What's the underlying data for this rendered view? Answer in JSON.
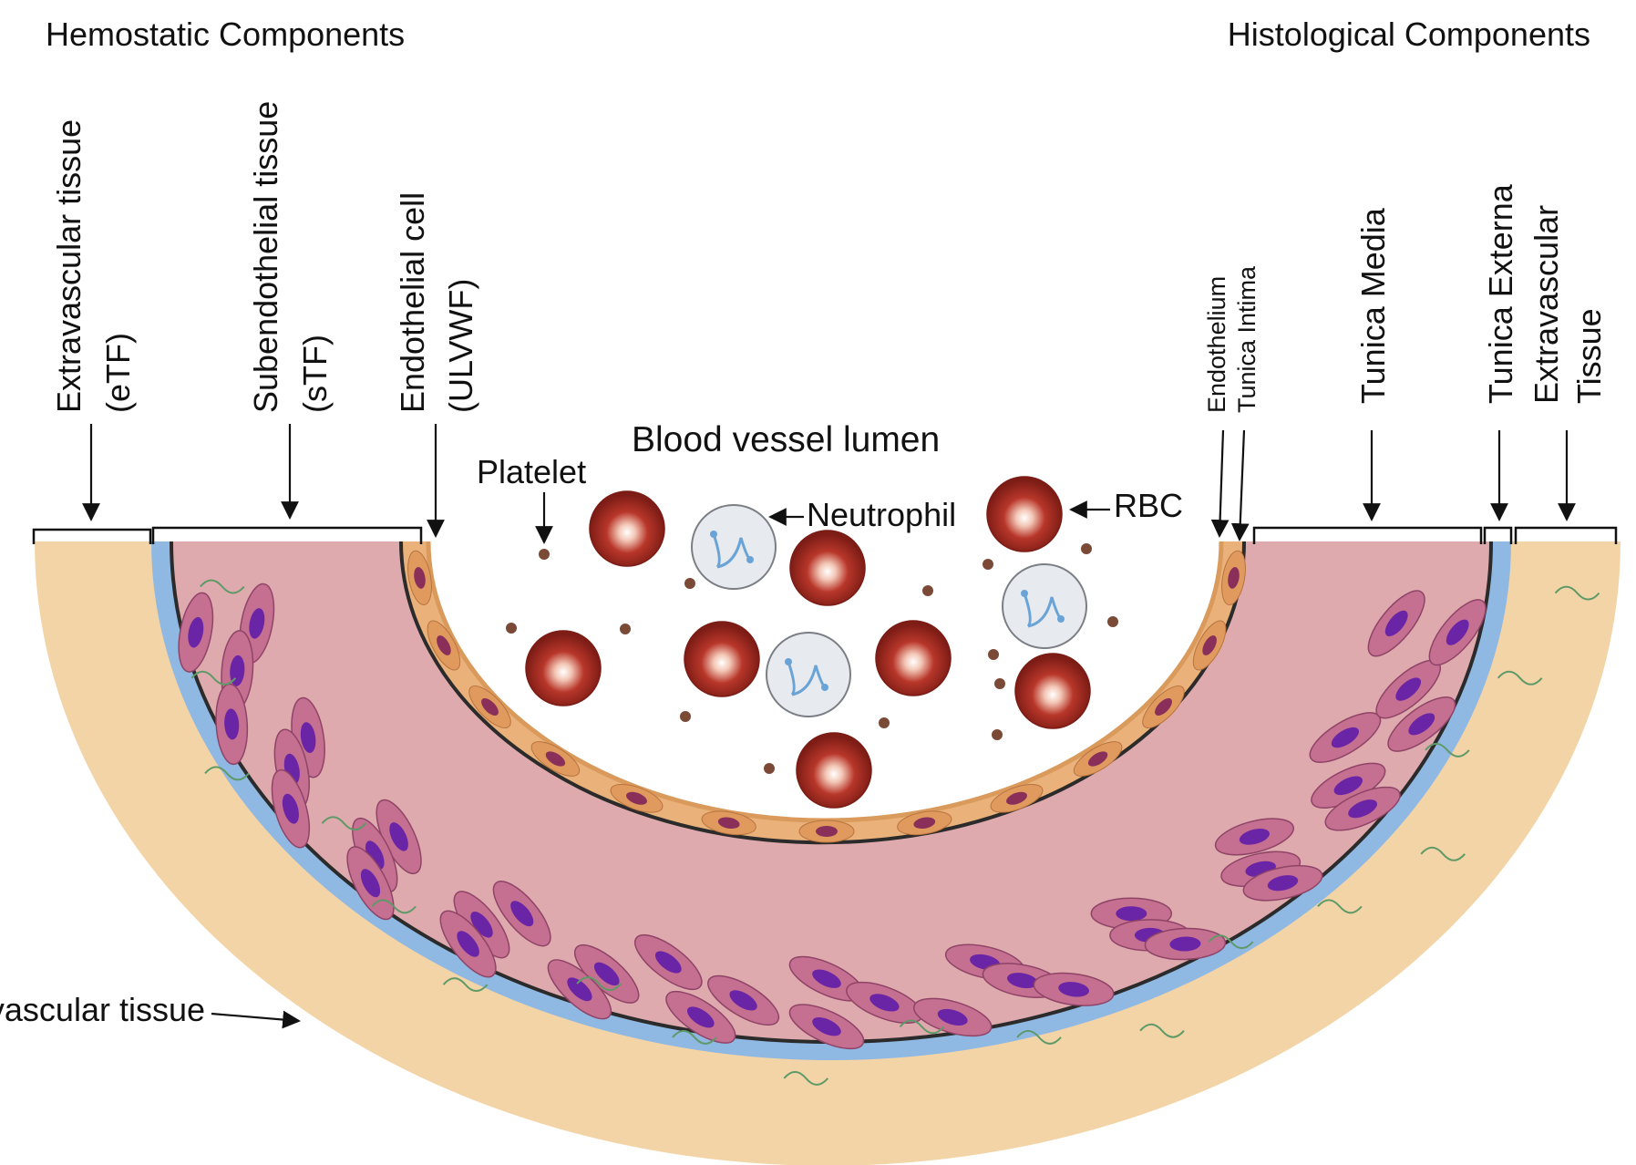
{
  "headers": {
    "left": "Hemostatic Components",
    "right": "Histological Components"
  },
  "hemostatic_labels": {
    "extravascular": {
      "line1": "Extravascular tissue",
      "line2": "(eTF)"
    },
    "subendothelial": {
      "line1": "Subendothelial tissue",
      "line2": "(sTF)"
    },
    "endothelial": {
      "line1": "Endothelial cell",
      "line2": "(ULVWF)"
    }
  },
  "histological_labels": {
    "endothelium": "Endothelium",
    "tunica_intima": "Tunica Intima",
    "tunica_media": "Tunica Media",
    "tunica_externa": "Tunica Externa",
    "extravascular": {
      "line1": "Extravascular",
      "line2": "Tissue"
    }
  },
  "lumen": {
    "title": "Blood vessel lumen",
    "platelet": "Platelet",
    "neutrophil": "Neutrophil",
    "rbc": "RBC"
  },
  "bottom_label": "Extravascular tissue",
  "colors": {
    "extravascular_tissue": "#f2d4a6",
    "externa_blue": "#8fb8e3",
    "media_pink": "#dfaaae",
    "smooth_muscle_cell": "#c56f91",
    "nucleus": "#6a24a6",
    "intima_orange": "#eab27a",
    "rbc": "#9e2b20",
    "neutrophil": "#e7eaee",
    "neutrophil_nucleus": "#6aa3d6",
    "platelet": "#7b4a36",
    "fiber": "#5e9a68"
  }
}
